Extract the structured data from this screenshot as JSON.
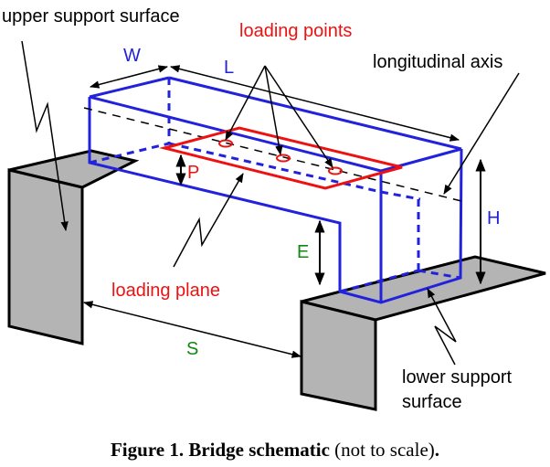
{
  "labels": {
    "upper_support_surface": "upper support surface",
    "loading_points": "loading points",
    "longitudinal_axis": "longitudinal axis",
    "loading_plane": "loading plane",
    "lower_support_surface_line1": "lower support",
    "lower_support_surface_line2": "surface",
    "W": "W",
    "L": "L",
    "P": "P",
    "E": "E",
    "H": "H",
    "S": "S"
  },
  "caption": {
    "bold": "Figure 1. Bridge schematic",
    "normal": " (not to scale)",
    "end": "."
  },
  "colors": {
    "bridge": "#2222dd",
    "loading": "#ee1111",
    "dimension_green": "#118811",
    "support_fill": "#b4b4b4",
    "text": "#000000"
  }
}
